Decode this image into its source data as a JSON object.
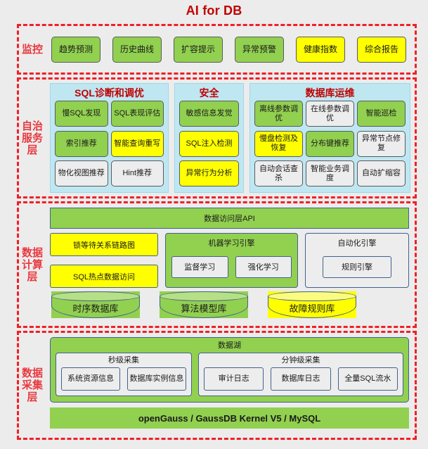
{
  "title": "AI for DB",
  "colors": {
    "title_red": "#c00000",
    "dashed_red": "#f02027",
    "green": "#92d050",
    "yellow": "#ffff00",
    "gray": "#ededed",
    "panel_blue": "#bfe7f2",
    "background": "#ececec"
  },
  "sections": {
    "monitor": {
      "label": "监控",
      "items": [
        {
          "label": "趋势预测",
          "color": "green"
        },
        {
          "label": "历史曲线",
          "color": "green"
        },
        {
          "label": "扩容提示",
          "color": "green"
        },
        {
          "label": "异常预警",
          "color": "green"
        },
        {
          "label": "健康指数",
          "color": "yellow"
        },
        {
          "label": "综合报告",
          "color": "yellow"
        }
      ]
    },
    "autonomous": {
      "label": "自治服务层",
      "panels": [
        {
          "title": "SQL诊断和调优",
          "items": [
            {
              "label": "慢SQL发现",
              "color": "green"
            },
            {
              "label": "SQL表现评估",
              "color": "green"
            },
            {
              "label": "索引推荐",
              "color": "green"
            },
            {
              "label": "智能查询重写",
              "color": "yellow"
            },
            {
              "label": "物化视图推荐",
              "color": "gray"
            },
            {
              "label": "Hint推荐",
              "color": "gray"
            }
          ]
        },
        {
          "title": "安全",
          "items": [
            {
              "label": "敏感信息发觉",
              "color": "green"
            },
            {
              "label": "SQL注入检测",
              "color": "yellow"
            },
            {
              "label": "异常行为分析",
              "color": "yellow"
            }
          ]
        },
        {
          "title": "数据库运维",
          "items": [
            {
              "label": "离线参数调优",
              "color": "green"
            },
            {
              "label": "在线参数调优",
              "color": "gray"
            },
            {
              "label": "智能巡检",
              "color": "green"
            },
            {
              "label": "慢盘检测及恢复",
              "color": "yellow"
            },
            {
              "label": "分布键推荐",
              "color": "green"
            },
            {
              "label": "异常节点修复",
              "color": "gray"
            },
            {
              "label": "自动会话查杀",
              "color": "gray"
            },
            {
              "label": "智能业务调度",
              "color": "gray"
            },
            {
              "label": "自动扩缩容",
              "color": "gray"
            }
          ]
        }
      ]
    },
    "compute": {
      "label": "数据计算层",
      "api_bar": "数据访问层API",
      "left_chips": [
        {
          "label": "锁等待关系链路图",
          "color": "yellow"
        },
        {
          "label": "SQL热点数据访问",
          "color": "yellow"
        }
      ],
      "ml_engine": {
        "title": "机器学习引擎",
        "items": [
          "监督学习",
          "强化学习"
        ]
      },
      "auto_engine": {
        "title": "自动化引擎",
        "items": [
          "规则引擎"
        ]
      },
      "databases": [
        {
          "label": "时序数据库",
          "color": "green"
        },
        {
          "label": "算法模型库",
          "color": "green"
        },
        {
          "label": "故障规则库",
          "color": "yellow"
        }
      ]
    },
    "collect": {
      "label": "数据采集层",
      "lake_title": "数据湖",
      "collectors": [
        {
          "title": "秒级采集",
          "items": [
            "系统资源信息",
            "数据库实例信息"
          ]
        },
        {
          "title": "分钟级采集",
          "items": [
            "审计日志",
            "数据库日志",
            "全量SQL流水"
          ]
        }
      ],
      "kernel_bar": "openGauss / GaussDB Kernel V5 / MySQL"
    }
  }
}
